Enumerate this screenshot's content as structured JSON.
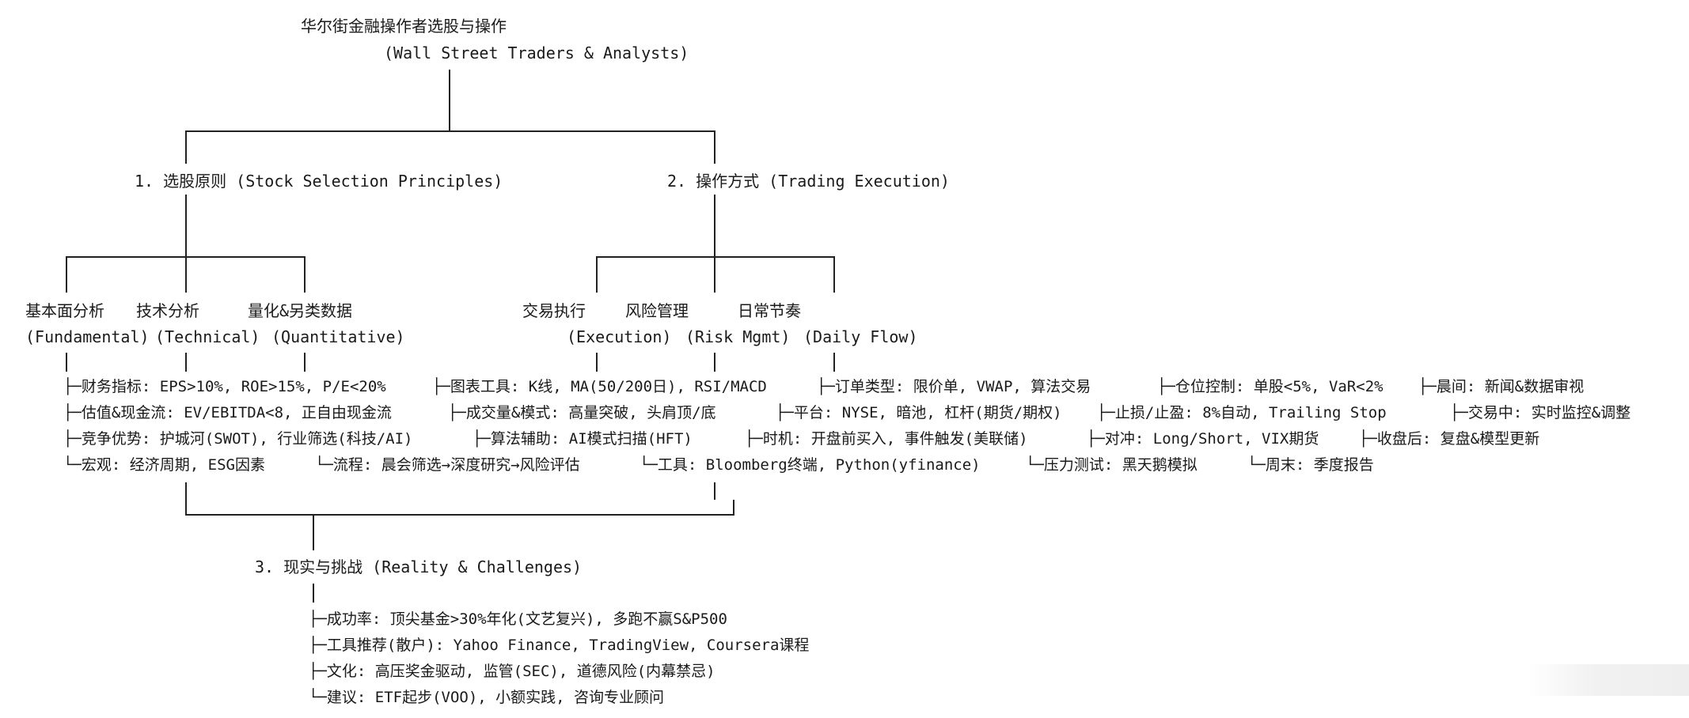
{
  "root": {
    "zh": "华尔街金融操作者选股与操作",
    "en": "(Wall Street Traders & Analysts)"
  },
  "branches": [
    {
      "title": "1. 选股原则 (Stock Selection Principles)",
      "groups": [
        {
          "zh": "基本面分析",
          "en": "(Fundamental)",
          "items": [
            "├─财务指标: EPS>10%, ROE>15%, P/E<20%",
            "├─估值&现金流: EV/EBITDA<8, 正自由现金流",
            "├─竞争优势: 护城河(SWOT), 行业筛选(科技/AI)",
            "└─宏观: 经济周期, ESG因素"
          ]
        },
        {
          "zh": "技术分析",
          "en": "(Technical)",
          "items": [
            "├─图表工具: K线, MA(50/200日), RSI/MACD",
            "├─成交量&模式: 高量突破, 头肩顶/底",
            "├─算法辅助: AI模式扫描(HFT)",
            "└─流程: 晨会筛选→深度研究→风险评估"
          ]
        },
        {
          "zh": "量化&另类数据",
          "en": "(Quantitative)",
          "items": []
        }
      ]
    },
    {
      "title": "2. 操作方式 (Trading Execution)",
      "groups": [
        {
          "zh": "交易执行",
          "en": "(Execution)",
          "items": [
            "├─订单类型: 限价单, VWAP, 算法交易",
            "├─平台: NYSE, 暗池, 杠杆(期货/期权)",
            "├─时机: 开盘前买入, 事件触发(美联储)",
            "└─工具: Bloomberg终端, Python(yfinance)"
          ]
        },
        {
          "zh": "风险管理",
          "en": "(Risk Mgmt)",
          "items": [
            "├─仓位控制: 单股<5%, VaR<2%",
            "├─止损/止盈: 8%自动, Trailing Stop",
            "├─对冲: Long/Short, VIX期货",
            "└─压力测试: 黑天鹅模拟"
          ]
        },
        {
          "zh": "日常节奏",
          "en": "(Daily Flow)",
          "items": [
            "├─晨间: 新闻&数据审视",
            "├─交易中: 实时监控&调整",
            "├─收盘后: 复盘&模型更新",
            "└─周末: 季度报告"
          ]
        }
      ]
    },
    {
      "title": "3. 现实与挑战 (Reality & Challenges)",
      "items": [
        "├─成功率: 顶尖基金>30%年化(文艺复兴), 多跑不赢S&P500",
        "├─工具推荐(散户): Yahoo Finance, TradingView, Coursera课程",
        "├─文化: 高压奖金驱动, 监管(SEC), 道德风险(内幕禁忌)",
        "└─建议: ETF起步(VOO), 小额实践, 咨询专业顾问"
      ]
    }
  ]
}
